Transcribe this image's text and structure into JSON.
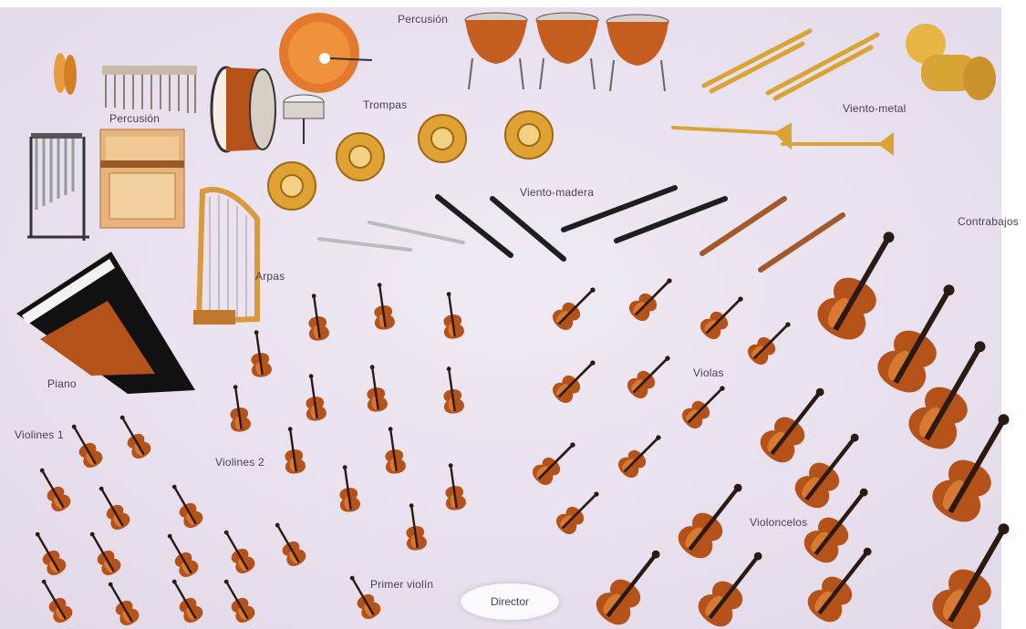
{
  "labels": {
    "percusion_top": "Percusión",
    "percusion_left": "Percusión",
    "viento_metal": "Viento-metal",
    "trompas": "Trompas",
    "viento_madera": "Viento-madera",
    "contrabajos": "Contrabajos",
    "arpas": "Arpas",
    "piano": "Piano",
    "violas": "Violas",
    "violines_1": "Violines 1",
    "violines_2": "Violines 2",
    "violoncelos": "Violoncelos",
    "primer_violin": "Primer violín",
    "director": "Director"
  },
  "colors": {
    "background": "#e9e2ee",
    "wood": "#b5521a",
    "wood_light": "#e58a3c",
    "brass": "#d9a436",
    "dark": "#2b1a12"
  }
}
